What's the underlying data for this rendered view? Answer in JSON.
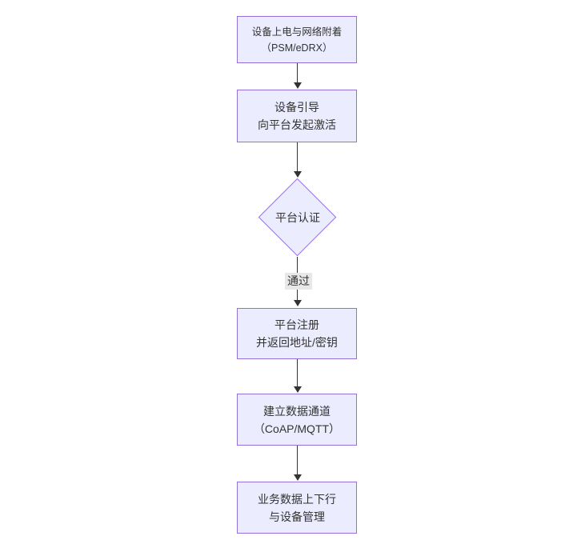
{
  "diagram": {
    "type": "flowchart",
    "direction": "top-down",
    "nodes": [
      {
        "id": "power-attach",
        "shape": "rect",
        "line1": "设备上电与网络附着",
        "line2": "（PSM/eDRX）"
      },
      {
        "id": "bootstrap",
        "shape": "rect",
        "line1": "设备引导",
        "line2": "向平台发起激活"
      },
      {
        "id": "platform-auth",
        "shape": "diamond",
        "line1": "平台认证",
        "line2": ""
      },
      {
        "id": "registration",
        "shape": "rect",
        "line1": "平台注册",
        "line2": "并返回地址/密钥"
      },
      {
        "id": "data-channel",
        "shape": "rect",
        "line1": "建立数据通道",
        "line2": "（CoAP/MQTT）"
      },
      {
        "id": "business-data",
        "shape": "rect",
        "line1": "业务数据上下行",
        "line2": "与设备管理"
      }
    ],
    "edges": [
      {
        "from": "power-attach",
        "to": "bootstrap",
        "label": ""
      },
      {
        "from": "bootstrap",
        "to": "platform-auth",
        "label": ""
      },
      {
        "from": "platform-auth",
        "to": "registration",
        "label": "通过"
      },
      {
        "from": "registration",
        "to": "data-channel",
        "label": ""
      },
      {
        "from": "data-channel",
        "to": "business-data",
        "label": ""
      }
    ],
    "colors": {
      "node_fill": "#ECECFF",
      "node_border": "#9370DB",
      "arrow": "#333333",
      "text": "#333333",
      "edge_label_bg": "#e8e8e8",
      "background": "#ffffff"
    }
  }
}
